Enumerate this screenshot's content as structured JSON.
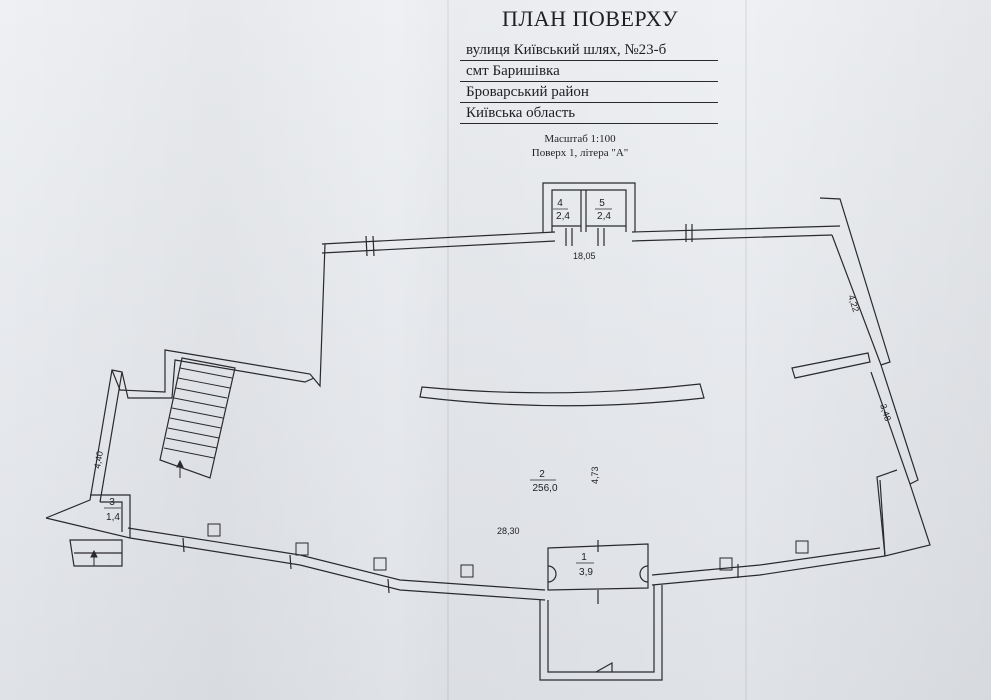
{
  "header": {
    "title": "ПЛАН ПОВЕРХУ",
    "address_lines": [
      "вулиця Київський шлях, №23-б",
      "смт  Баришівка",
      "Броварський район",
      "Київська область"
    ],
    "scale": "Масштаб 1:100",
    "floor": "Поверх 1,  літера \"А\""
  },
  "rooms": [
    {
      "number": "1",
      "area": "3,9"
    },
    {
      "number": "2",
      "area": "256,0"
    },
    {
      "number": "3",
      "area": "1,4"
    },
    {
      "number": "4",
      "area": "2,4"
    },
    {
      "number": "5",
      "area": "2,4"
    }
  ],
  "dimensions": {
    "top_wall": "18,05",
    "right_upper": "4,22",
    "right_lower": "3,48",
    "left_wall": "4,40",
    "center_height": "4,73",
    "front_wall": "28,30"
  },
  "colors": {
    "paper": "#e4e6ea",
    "ink": "#1f1f22"
  }
}
